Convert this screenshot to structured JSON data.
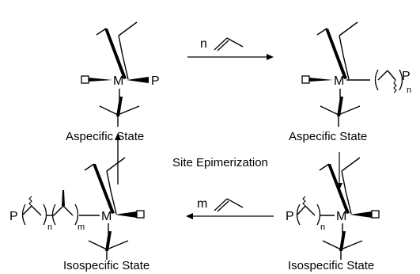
{
  "states": {
    "top_left": "Aspecific State",
    "top_right": "Aspecific State",
    "bottom_left": "Isospecific State",
    "bottom_right": "Isospecific State"
  },
  "center_label": "Site Epimerization",
  "atoms": {
    "metal": "M",
    "polymer": "P"
  },
  "arrows": {
    "top_reagent_count": "n",
    "bottom_reagent_count": "m"
  },
  "subscripts": {
    "n": "n",
    "m": "m"
  }
}
